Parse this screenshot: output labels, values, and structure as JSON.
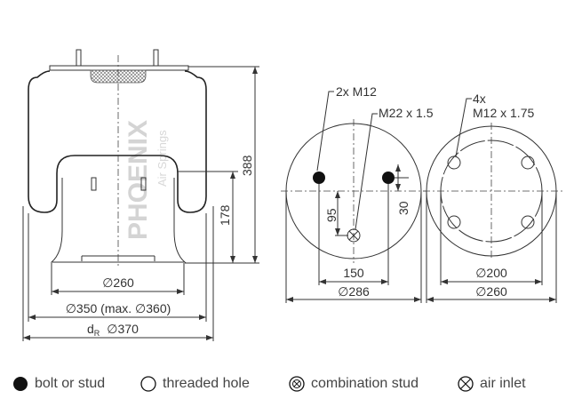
{
  "watermark": {
    "brand": "PHOENIX",
    "sub": "Air Springs"
  },
  "side_view": {
    "height_total": "388",
    "height_piston": "178",
    "dia_piston": "∅260",
    "dia_bellows": "∅350 (max. ∅360)",
    "dia_r_prefix": "d",
    "dia_r_sub": "R",
    "dia_r": "∅370"
  },
  "top_view": {
    "studs_label": "2x M12",
    "inlet_label": "M22 x 1.5",
    "offset_inlet": "95",
    "offset_studs": "30",
    "stud_spacing": "150",
    "diameter": "∅286"
  },
  "bottom_view": {
    "holes_label_count": "4x",
    "holes_label_thread": "M12 x 1.75",
    "bolt_circle": "∅200",
    "diameter": "∅260"
  },
  "legend": [
    {
      "icon": "filled-circle",
      "label": "bolt or stud"
    },
    {
      "icon": "open-circle",
      "label": "threaded hole"
    },
    {
      "icon": "crossed-circle",
      "label": "combination stud"
    },
    {
      "icon": "x-circle",
      "label": "air inlet"
    }
  ]
}
